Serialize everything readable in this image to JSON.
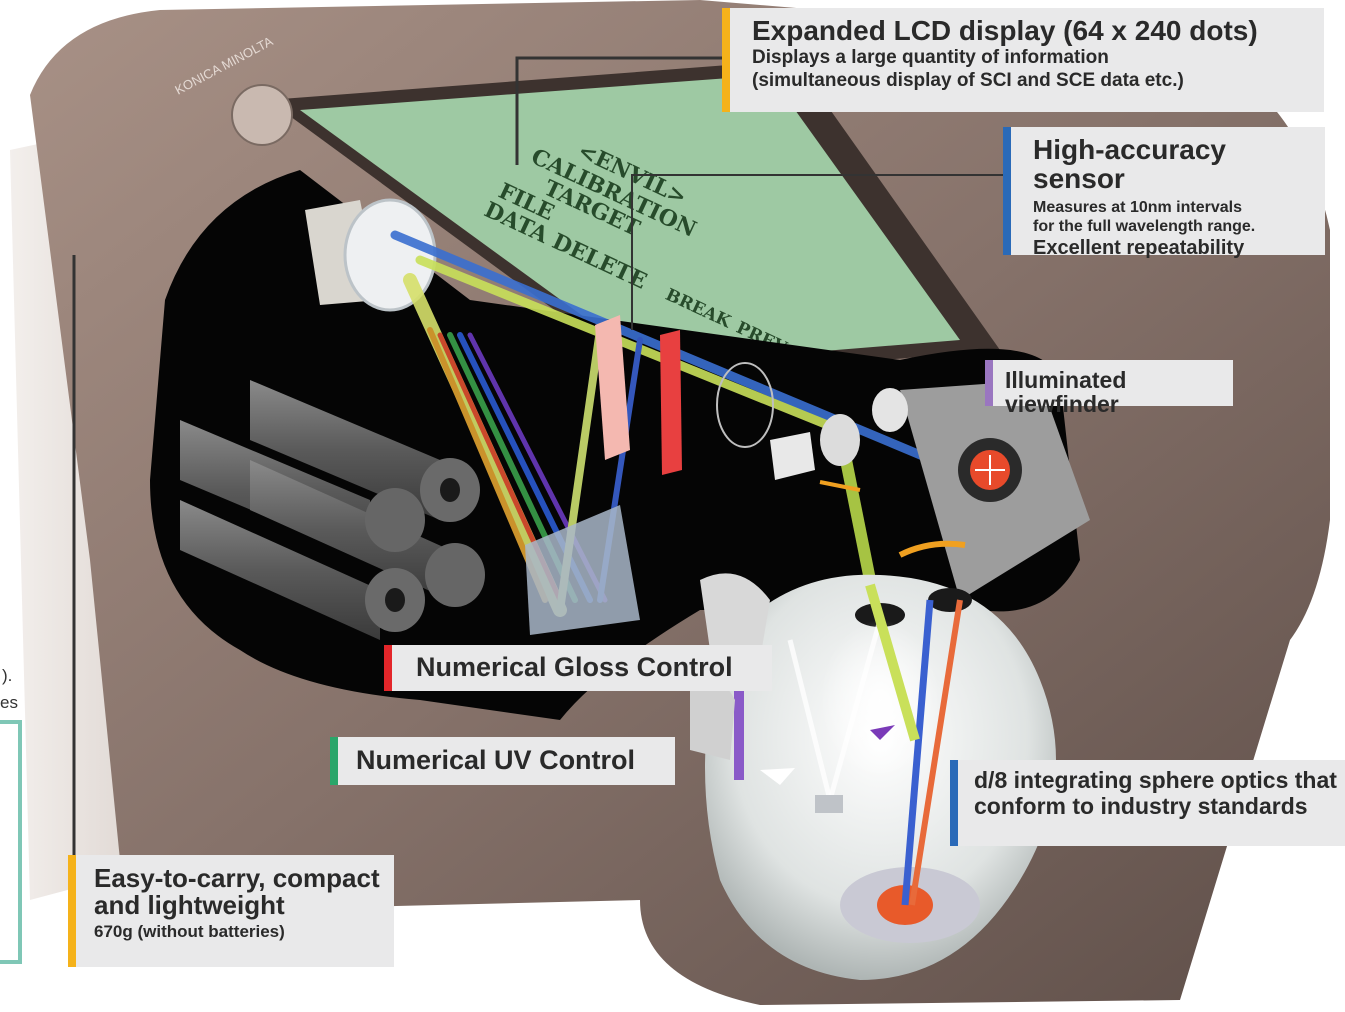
{
  "device": {
    "brand": "KONICA MINOLTA",
    "lcd_lines": [
      "<ENVIL>",
      "CALIBRATION",
      "TARGET",
      "FILE",
      "DATA DELETE"
    ],
    "lcd_softkeys": [
      "BREAK",
      "PREV"
    ]
  },
  "callouts": {
    "lcd": {
      "title": "Expanded LCD display (64 x 240 dots)",
      "line1": "Displays a large quantity of information",
      "line2": "(simultaneous display of SCI and SCE data etc.)",
      "accent": "#f5b21a"
    },
    "sensor": {
      "title": "High-accuracy sensor",
      "line1": "Measures at 10nm intervals",
      "line2": "for the full wavelength range.",
      "line3": "Excellent repeatability",
      "accent": "#2a6ab8"
    },
    "viewfinder": {
      "title": "Illuminated viewfinder",
      "accent": "#9a76c0"
    },
    "gloss": {
      "title": "Numerical Gloss Control",
      "accent": "#e3262a"
    },
    "uv": {
      "title": "Numerical UV Control",
      "accent": "#2aa66a"
    },
    "sphere": {
      "line1": "d/8 integrating sphere optics that",
      "line2": "conform to industry standards",
      "accent": "#2a6ab8"
    },
    "compact": {
      "title1": "Easy-to-carry, compact",
      "title2": "and lightweight",
      "sub": "670g (without batteries)",
      "accent": "#f5b21a"
    }
  },
  "fragments": {
    "left1": ").",
    "left2": "es"
  }
}
